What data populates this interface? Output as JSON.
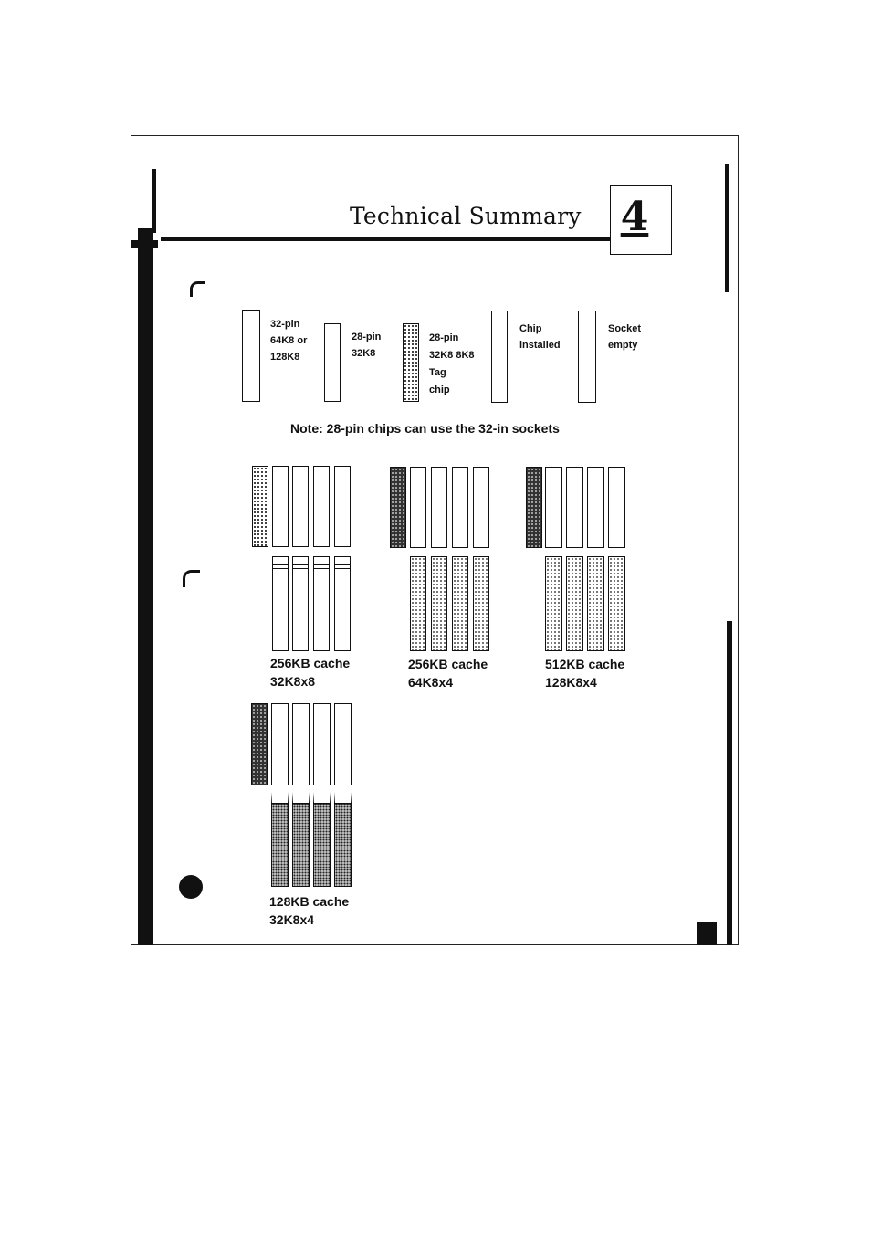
{
  "header": {
    "title": "Technical Summary",
    "chapter": "4"
  },
  "legend": {
    "pin32": [
      "32-pin",
      "64K8 or",
      "128K8"
    ],
    "pin28": [
      "28-pin",
      "32K8"
    ],
    "tag": [
      "28-pin",
      "32K8 8K8",
      "Tag",
      "chip"
    ],
    "installed": [
      "Chip",
      "installed"
    ],
    "empty": [
      "Socket",
      "empty"
    ]
  },
  "note": "Note: 28-pin chips can use the 32-in sockets",
  "configs": [
    {
      "name": "256KB cache",
      "org": "32K8x8"
    },
    {
      "name": "256KB cache",
      "org": "64K8x4"
    },
    {
      "name": "512KB cache",
      "org": "128K8x4"
    },
    {
      "name": "128KB cache",
      "org": "32K8x4"
    }
  ],
  "colors": {
    "ink": "#111111",
    "paper": "#ffffff"
  }
}
